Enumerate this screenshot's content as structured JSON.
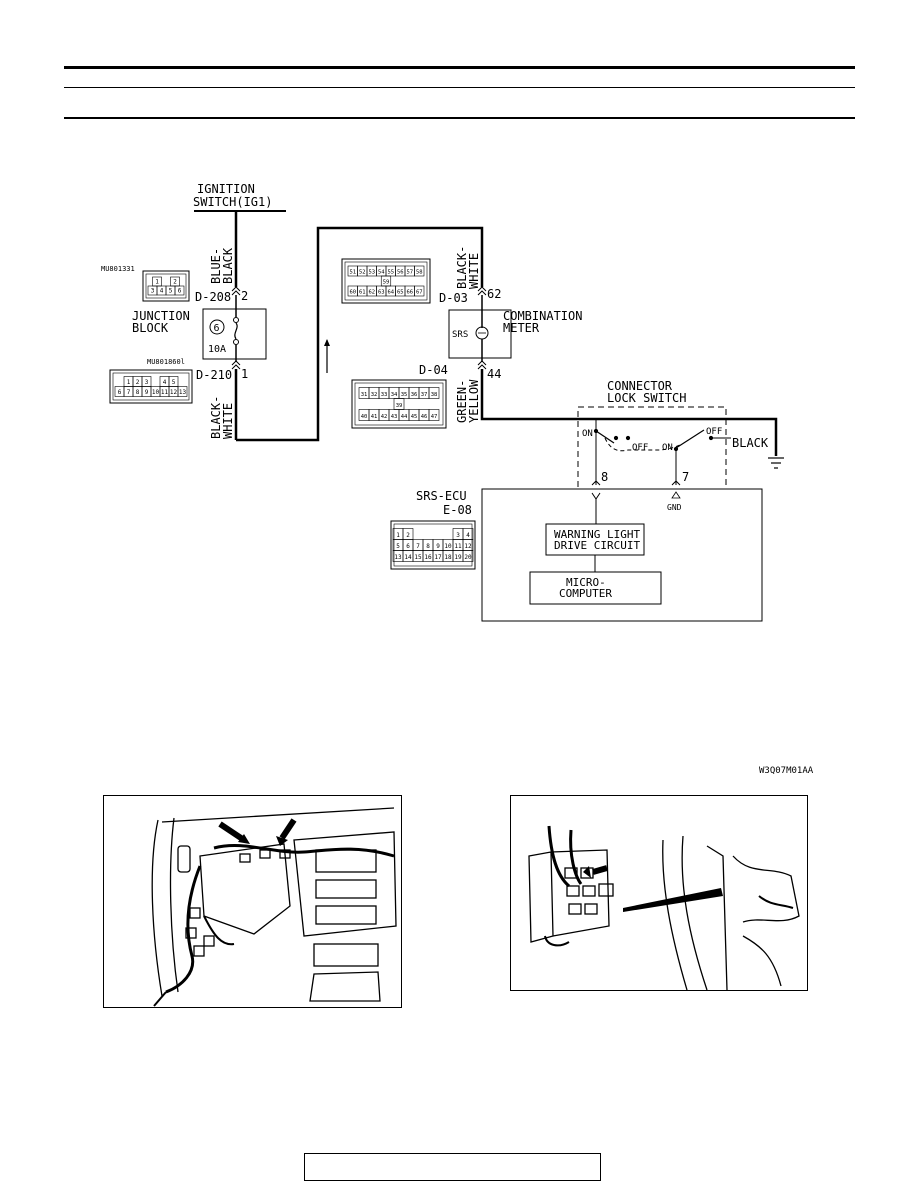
{
  "ignition": {
    "line1": "IGNITION",
    "line2": "SWITCH(IG1)"
  },
  "wires": {
    "blue_black": {
      "line1": "BLUE-",
      "line2": "BLACK"
    },
    "black_white_left": {
      "line1": "BLACK-",
      "line2": "WHITE"
    },
    "black_white_right": {
      "line1": "BLACK-",
      "line2": "WHITE"
    },
    "green_yellow": {
      "line1": "GREEN-",
      "line2": "YELLOW"
    },
    "black": "BLACK"
  },
  "junction_block": {
    "line1": "JUNCTION",
    "line2": "BLOCK",
    "fuse_number": "6",
    "fuse_rating": "10A",
    "conn_top": "D-208",
    "conn_top_pin": "2",
    "conn_bottom": "D-210",
    "conn_bottom_pin": "1",
    "part_top": "MU801331",
    "part_bottom": "MU801860l",
    "top_conn_pins": [
      [
        "1",
        "",
        "2"
      ],
      [
        "3",
        "4",
        "5",
        "6"
      ]
    ],
    "bottom_conn_pins": [
      [
        "1",
        "2",
        "3",
        "",
        "4",
        "5"
      ],
      [
        "6",
        "7",
        "8",
        "9",
        "10",
        "11",
        "12",
        "13"
      ]
    ]
  },
  "combination_meter": {
    "line1": "COMBINATION",
    "line2": "METER",
    "indicator": "SRS",
    "conn_top": "D-03",
    "conn_top_pin": "62",
    "conn_bottom": "D-04",
    "conn_bottom_pin": "44",
    "d03_pins": [
      [
        "51",
        "52",
        "53",
        "54",
        "55",
        "56",
        "57",
        "58"
      ],
      [
        "59"
      ],
      [
        "60",
        "61",
        "62",
        "63",
        "64",
        "65",
        "66",
        "67"
      ]
    ],
    "d04_pins": [
      [
        "31",
        "32",
        "33",
        "34",
        "35",
        "36",
        "37",
        "38"
      ],
      [
        "39"
      ],
      [
        "40",
        "41",
        "42",
        "43",
        "44",
        "45",
        "46",
        "47"
      ]
    ]
  },
  "connector_lock_switch": {
    "line1": "CONNECTOR",
    "line2": "LOCK SWITCH",
    "left_on": "ON",
    "left_off": "OFF",
    "right_on": "ON",
    "right_off": "OFF"
  },
  "srs_ecu": {
    "line1": "SRS-ECU",
    "conn": "E-08",
    "pin8": "8",
    "pin7": "7",
    "gnd": "GND",
    "warning": {
      "line1": "WARNING LIGHT",
      "line2": "DRIVE CIRCUIT"
    },
    "micro": {
      "line1": "MICRO-",
      "line2": "COMPUTER"
    },
    "pins": [
      [
        "1",
        "2",
        "",
        "",
        "",
        "",
        "3",
        "4"
      ],
      [
        "5",
        "6",
        "7",
        "8",
        "9",
        "10",
        "11",
        "12"
      ],
      [
        "13",
        "14",
        "15",
        "16",
        "17",
        "18",
        "19",
        "20"
      ]
    ]
  },
  "figure_code": "W3Q07M01AA"
}
